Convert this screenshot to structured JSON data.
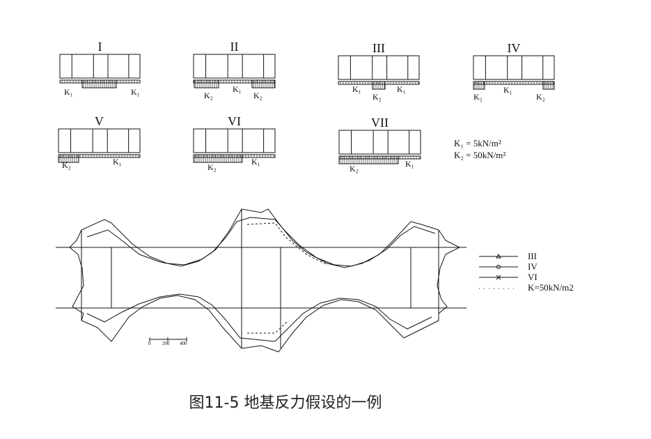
{
  "cases": [
    {
      "id": "I",
      "labels": [
        "K₁",
        "K₁"
      ]
    },
    {
      "id": "II",
      "labels": [
        "K₂",
        "K₁",
        "K₂"
      ]
    },
    {
      "id": "III",
      "labels": [
        "K₁",
        "K₂",
        "K₁"
      ]
    },
    {
      "id": "IV",
      "labels": [
        "K₂",
        "K₁",
        "K₂"
      ]
    },
    {
      "id": "V",
      "labels": [
        "K₂",
        "K₁"
      ]
    },
    {
      "id": "VI",
      "labels": [
        "K₂",
        "K₁"
      ]
    },
    {
      "id": "VII",
      "labels": [
        "K₂",
        "K₁"
      ]
    }
  ],
  "definitions": {
    "k1": "K₁ = 5kN/m²",
    "k2": "K₂ = 50kN/m²"
  },
  "legend": [
    {
      "label": "III",
      "marker": "triangle"
    },
    {
      "label": "IV",
      "marker": "circle"
    },
    {
      "label": "VI",
      "marker": "cross"
    },
    {
      "label": "K=50kN/m2",
      "marker": "dotted"
    }
  ],
  "scale_bar": [
    "0",
    "200",
    "400"
  ],
  "caption": "图11-5 地基反力假设的一例"
}
